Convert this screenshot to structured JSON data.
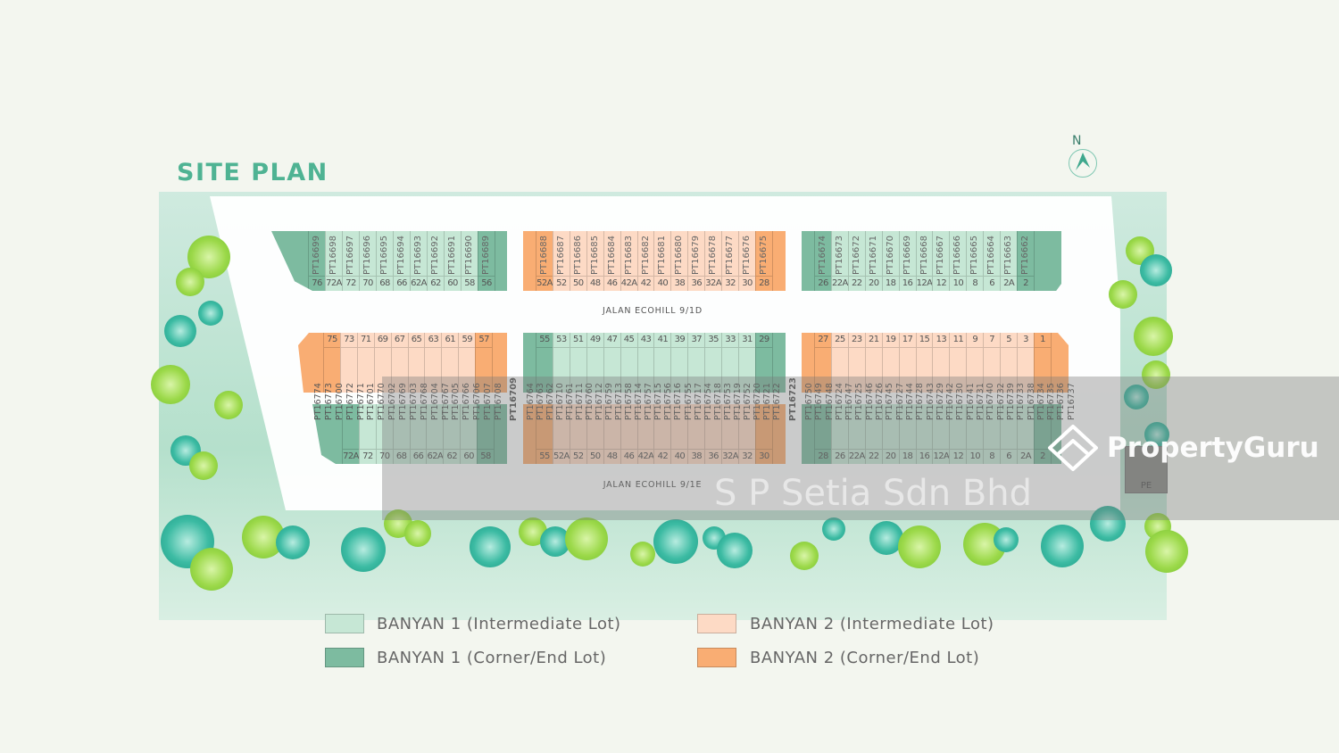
{
  "title": "SITE PLAN",
  "compass": {
    "label": "N"
  },
  "colors": {
    "banyan1_intermediate": "#c6e7d5",
    "banyan1_corner": "#7dbba0",
    "banyan2_intermediate": "#fddac5",
    "banyan2_corner": "#f9ad73",
    "title": "#4fb393"
  },
  "roads": {
    "upper": "JALAN ECOHILL 9/1D",
    "lower": "JALAN ECOHILL 9/1E"
  },
  "top_row": [
    {
      "type": "b1",
      "pt": [
        "PT16699",
        "PT16698",
        "PT16697",
        "PT16696",
        "PT16695",
        "PT16694",
        "PT16693",
        "PT16692",
        "PT16691",
        "PT16690",
        "PT16689"
      ],
      "numbers": [
        "76",
        "72A",
        "72",
        "70",
        "68",
        "66",
        "62A",
        "62",
        "60",
        "58",
        "56"
      ]
    },
    {
      "type": "b2",
      "pt": [
        "PT16688",
        "PT16687",
        "PT16686",
        "PT16685",
        "PT16684",
        "PT16683",
        "PT16682",
        "PT16681",
        "PT16680",
        "PT16679",
        "PT16678",
        "PT16677",
        "PT16676",
        "PT16675"
      ],
      "numbers": [
        "52A",
        "52",
        "50",
        "48",
        "46",
        "42A",
        "42",
        "40",
        "38",
        "36",
        "32A",
        "32",
        "30",
        "28"
      ]
    },
    {
      "type": "b1",
      "pt": [
        "PT16674",
        "PT16673",
        "PT16672",
        "PT16671",
        "PT16670",
        "PT16669",
        "PT16668",
        "PT16667",
        "PT16666",
        "PT16665",
        "PT16664",
        "PT16663",
        "PT16662"
      ],
      "numbers": [
        "26",
        "22A",
        "22",
        "20",
        "18",
        "16",
        "12A",
        "12",
        "10",
        "8",
        "6",
        "2A",
        "2"
      ]
    }
  ],
  "middle_row": [
    {
      "upper": {
        "type": "b2",
        "numbers": [
          "75",
          "73",
          "71",
          "69",
          "67",
          "65",
          "63",
          "61",
          "59",
          "57"
        ]
      },
      "lower": {
        "type": "b1",
        "numbers": [
          "72A",
          "72",
          "70",
          "68",
          "66",
          "62A",
          "62",
          "60",
          "58"
        ]
      },
      "pt": [
        "PT16774",
        "PT16773",
        "PT16700",
        "PT16772",
        "PT16771",
        "PT16701",
        "PT16770",
        "PT16702",
        "PT16769",
        "PT16703",
        "PT16768",
        "PT16704",
        "PT16767",
        "PT16705",
        "PT16766",
        "PT16706",
        "PT16707",
        "PT16708"
      ]
    },
    {
      "upper": {
        "type": "b1",
        "numbers": [
          "55",
          "53",
          "51",
          "49",
          "47",
          "45",
          "43",
          "41",
          "39",
          "37",
          "35",
          "33",
          "31",
          "29"
        ]
      },
      "lower": {
        "type": "b2",
        "numbers": [
          "55",
          "52A",
          "52",
          "50",
          "48",
          "46",
          "42A",
          "42",
          "40",
          "38",
          "36",
          "32A",
          "32",
          "30"
        ]
      },
      "pt": [
        "PT16764",
        "PT16763",
        "PT16762",
        "PT16710",
        "PT16761",
        "PT16711",
        "PT16760",
        "PT16712",
        "PT16759",
        "PT16713",
        "PT16758",
        "PT16714",
        "PT16757",
        "PT16715",
        "PT16756",
        "PT16716",
        "PT16755",
        "PT16717",
        "PT16754",
        "PT16718",
        "PT16753",
        "PT16719",
        "PT16752",
        "PT16720",
        "PT16721",
        "PT16722"
      ]
    },
    {
      "upper": {
        "type": "b2",
        "numbers": [
          "27",
          "25",
          "23",
          "21",
          "19",
          "17",
          "15",
          "13",
          "11",
          "9",
          "7",
          "5",
          "3",
          "1"
        ]
      },
      "lower": {
        "type": "b1",
        "numbers": [
          "28",
          "26",
          "22A",
          "22",
          "20",
          "18",
          "16",
          "12A",
          "12",
          "10",
          "8",
          "6",
          "2A",
          "2"
        ]
      },
      "pt": [
        "PT16750",
        "PT16749",
        "PT16748",
        "PT16724",
        "PT16747",
        "PT16725",
        "PT16746",
        "PT16726",
        "PT16745",
        "PT16727",
        "PT16744",
        "PT16728",
        "PT16743",
        "PT16729",
        "PT16742",
        "PT16730",
        "PT16741",
        "PT16731",
        "PT16740",
        "PT16732",
        "PT16739",
        "PT16733",
        "PT16738",
        "PT16734",
        "PT16735",
        "PT16736",
        "PT16737"
      ]
    }
  ],
  "separators": [
    "PT16709",
    "PT16723"
  ],
  "pe_label": "PE",
  "legend": [
    {
      "label": "BANYAN 1 (Intermediate Lot)",
      "color": "#c6e7d5"
    },
    {
      "label": "BANYAN 1 (Corner/End Lot)",
      "color": "#7dbba0"
    },
    {
      "label": "BANYAN 2 (Intermediate Lot)",
      "color": "#fddac5"
    },
    {
      "label": "BANYAN 2 (Corner/End Lot)",
      "color": "#f9ad73"
    }
  ],
  "watermarks": {
    "developer": "S P Setia Sdn Bhd",
    "brand": "PropertyGuru"
  }
}
